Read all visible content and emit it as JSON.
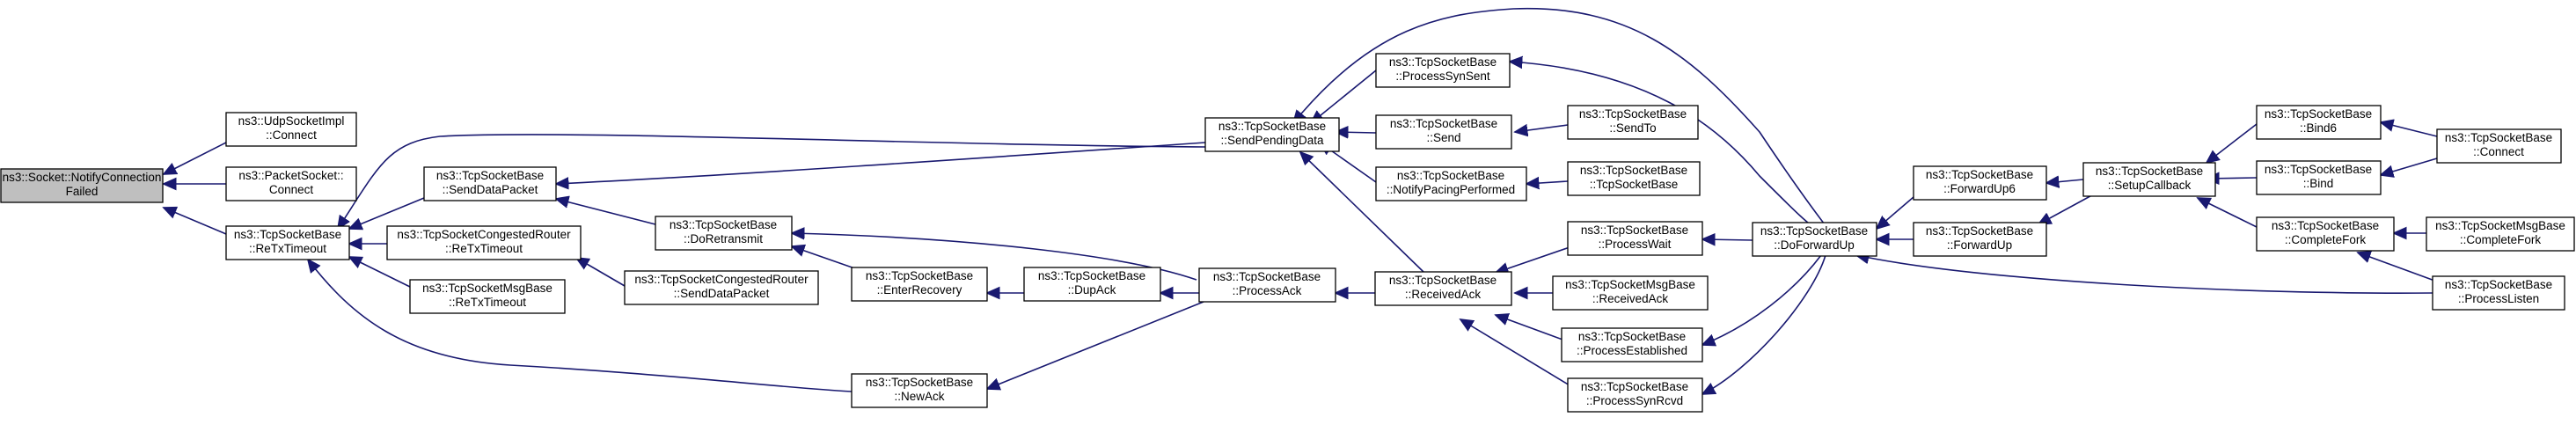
{
  "graph": {
    "nodes": {
      "n0": [
        "ns3::Socket::NotifyConnection",
        "Failed"
      ],
      "n1": [
        "ns3::UdpSocketImpl",
        "::Connect"
      ],
      "n2": [
        "ns3::PacketSocket::",
        "Connect"
      ],
      "n3": [
        "ns3::TcpSocketBase",
        "::ReTxTimeout"
      ],
      "n4": [
        "ns3::TcpSocketBase",
        "::SendDataPacket"
      ],
      "n5": [
        "ns3::TcpSocketCongestedRouter",
        "::ReTxTimeout"
      ],
      "n6": [
        "ns3::TcpSocketMsgBase",
        "::ReTxTimeout"
      ],
      "n7": [
        "ns3::TcpSocketBase",
        "::DoRetransmit"
      ],
      "n8": [
        "ns3::TcpSocketCongestedRouter",
        "::SendDataPacket"
      ],
      "n9": [
        "ns3::TcpSocketBase",
        "::EnterRecovery"
      ],
      "n10": [
        "ns3::TcpSocketBase",
        "::NewAck"
      ],
      "n11": [
        "ns3::TcpSocketBase",
        "::DupAck"
      ],
      "n12": [
        "ns3::TcpSocketBase",
        "::SendPendingData"
      ],
      "n13": [
        "ns3::TcpSocketBase",
        "::ProcessAck"
      ],
      "n14": [
        "ns3::TcpSocketBase",
        "::ProcessSynSent"
      ],
      "n15": [
        "ns3::TcpSocketBase",
        "::Send"
      ],
      "n16": [
        "ns3::TcpSocketBase",
        "::NotifyPacingPerformed"
      ],
      "n17": [
        "ns3::TcpSocketBase",
        "::ReceivedAck"
      ],
      "n18": [
        "ns3::TcpSocketBase",
        "::SendTo"
      ],
      "n19": [
        "ns3::TcpSocketBase",
        "::TcpSocketBase"
      ],
      "n20": [
        "ns3::TcpSocketBase",
        "::ProcessWait"
      ],
      "n21": [
        "ns3::TcpSocketMsgBase",
        "::ReceivedAck"
      ],
      "n22": [
        "ns3::TcpSocketBase",
        "::ProcessEstablished"
      ],
      "n23": [
        "ns3::TcpSocketBase",
        "::ProcessSynRcvd"
      ],
      "n24": [
        "ns3::TcpSocketBase",
        "::DoForwardUp"
      ],
      "n25": [
        "ns3::TcpSocketBase",
        "::ForwardUp6"
      ],
      "n26": [
        "ns3::TcpSocketBase",
        "::ForwardUp"
      ],
      "n27": [
        "ns3::TcpSocketBase",
        "::SetupCallback"
      ],
      "n28": [
        "ns3::TcpSocketBase",
        "::Bind6"
      ],
      "n29": [
        "ns3::TcpSocketBase",
        "::Bind"
      ],
      "n30": [
        "ns3::TcpSocketBase",
        "::CompleteFork"
      ],
      "n31": [
        "ns3::TcpSocketBase",
        "::Connect"
      ],
      "n32": [
        "ns3::TcpSocketMsgBase",
        "::CompleteFork"
      ],
      "n33": [
        "ns3::TcpSocketBase",
        "::ProcessListen"
      ]
    },
    "edge_color": "#191970",
    "highlight_fill": "#bfbfbf"
  }
}
